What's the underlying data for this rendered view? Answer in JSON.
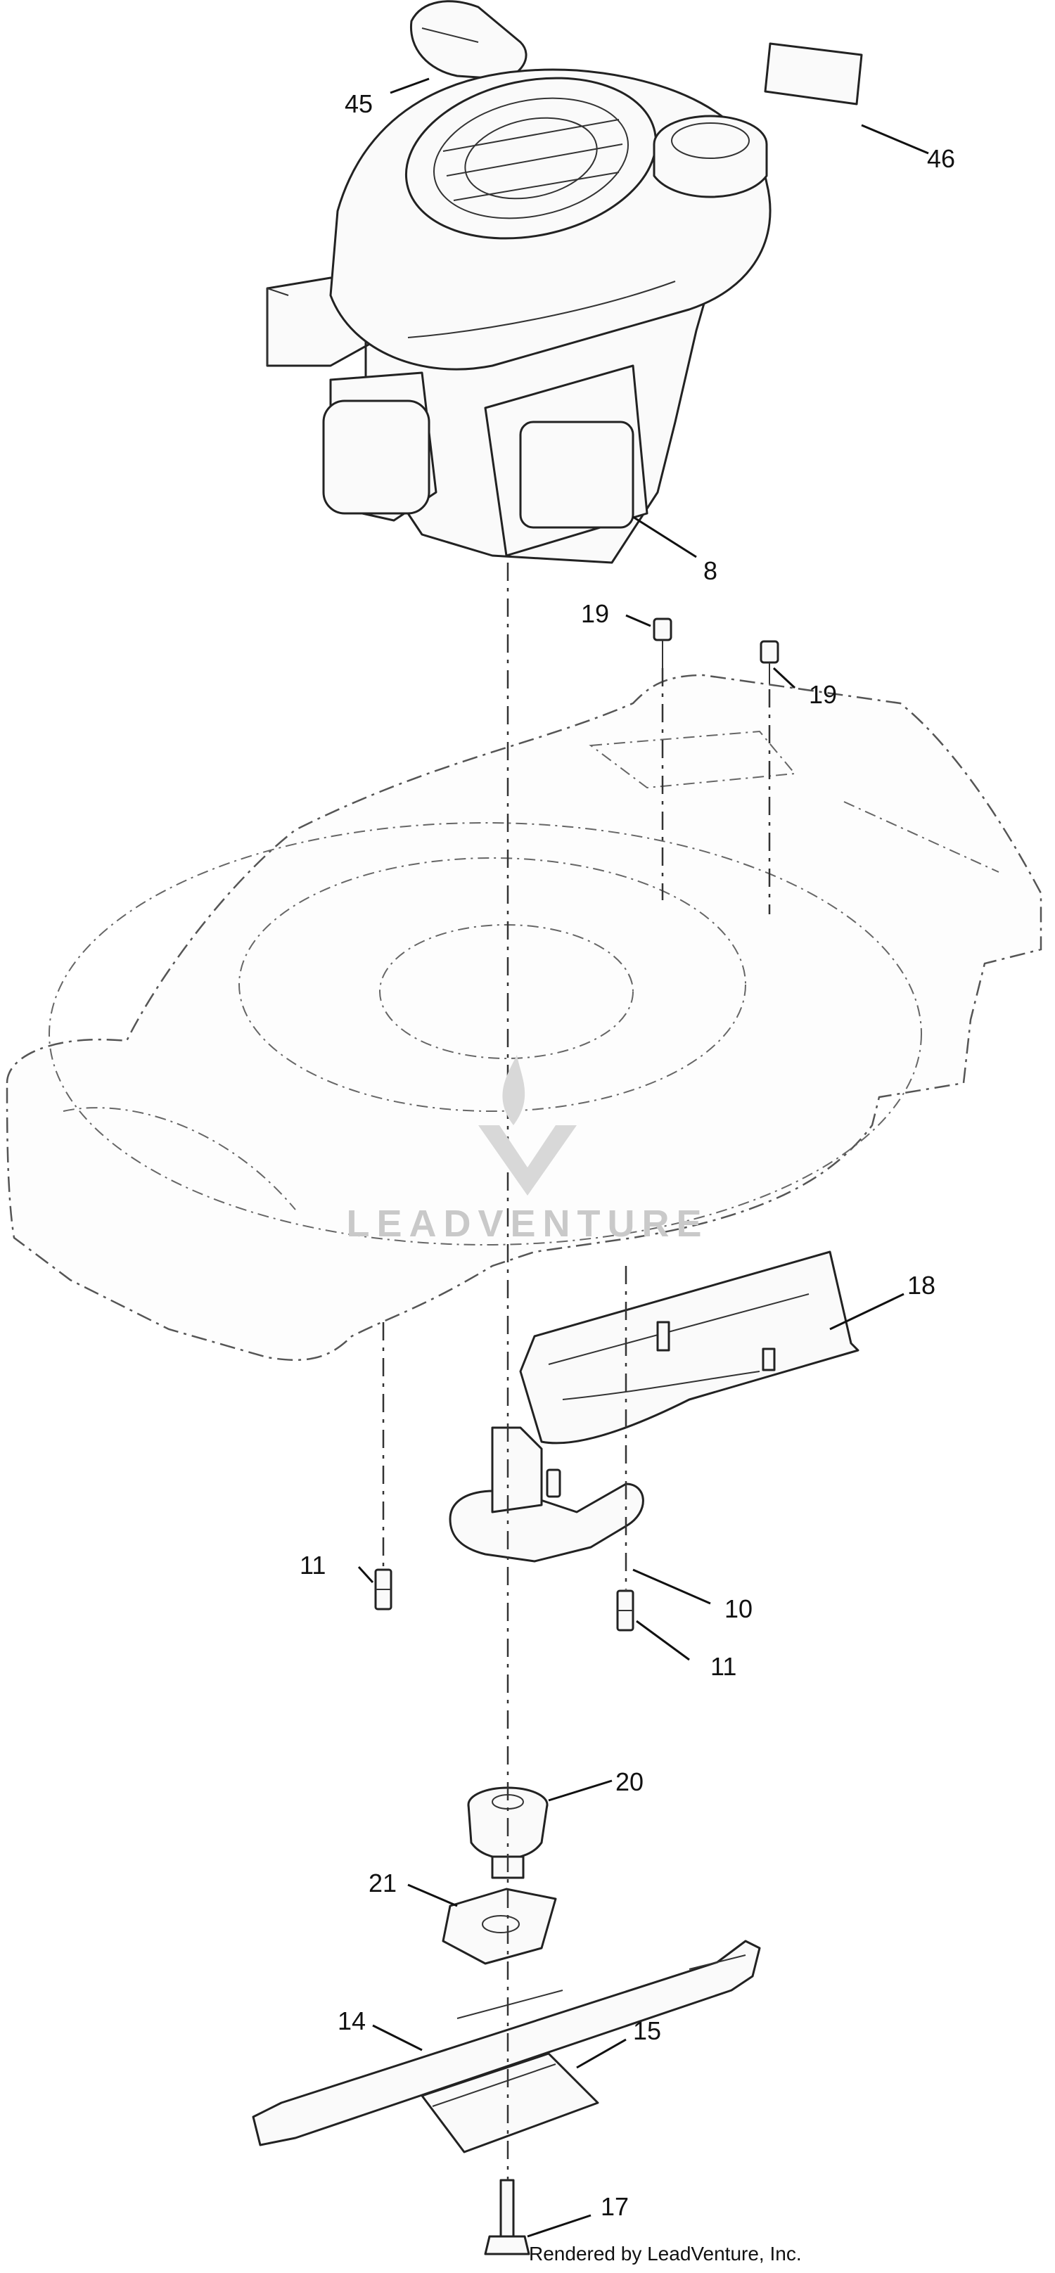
{
  "callouts": {
    "c45": "45",
    "c46": "46",
    "c8": "8",
    "c19a": "19",
    "c19b": "19",
    "c18": "18",
    "c11a": "11",
    "c10": "10",
    "c11b": "11",
    "c20": "20",
    "c21": "21",
    "c14": "14",
    "c15": "15",
    "c17": "17"
  },
  "watermark": "LEADVENTURE",
  "credit": "Rendered by LeadVenture, Inc."
}
